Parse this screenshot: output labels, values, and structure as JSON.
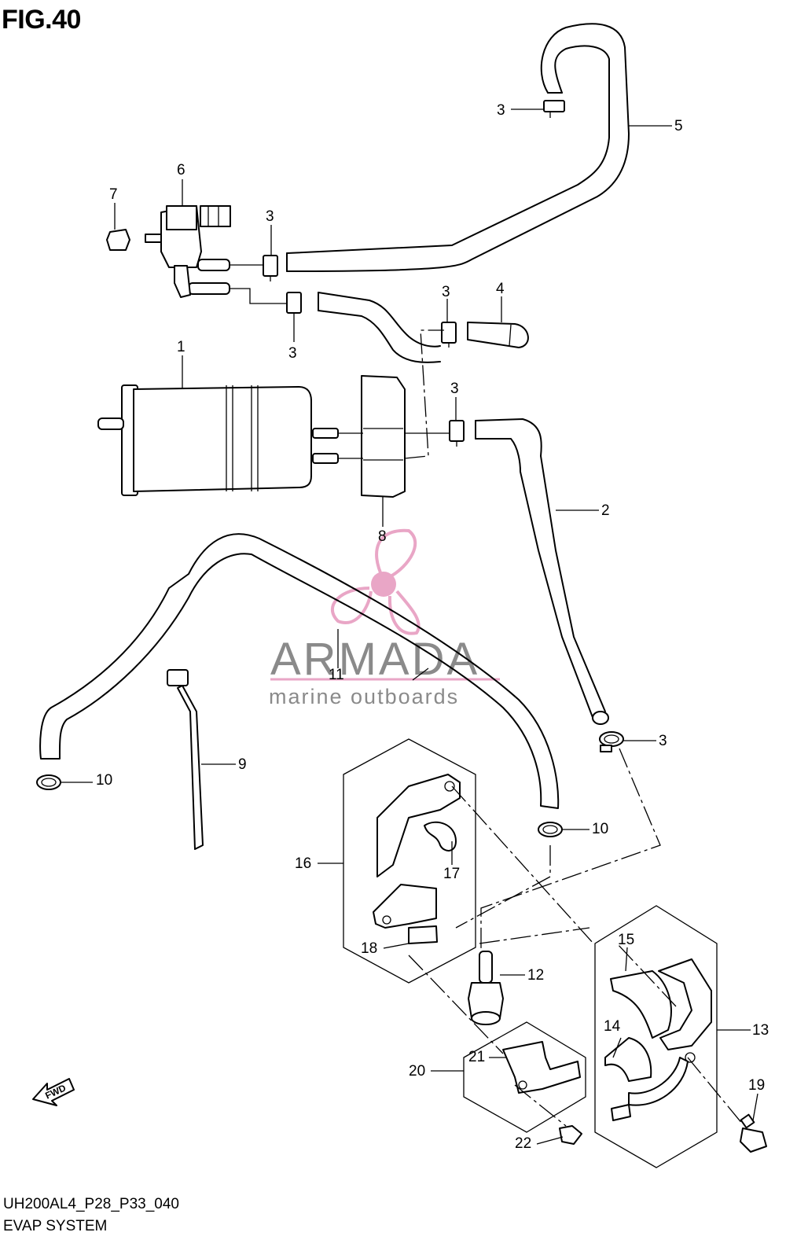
{
  "figure": {
    "title": "FIG.40"
  },
  "footer": {
    "code": "UH200AL4_P28_P33_040",
    "name": "EVAP SYSTEM"
  },
  "watermark": {
    "brand": "ARMADA",
    "tagline": "marine outboards",
    "color": "#e9a6c6"
  },
  "fwd_marker": {
    "text": "FWD"
  },
  "callouts": [
    {
      "id": "c1",
      "number": "1"
    },
    {
      "id": "c2",
      "number": "2"
    },
    {
      "id": "c3a",
      "number": "3"
    },
    {
      "id": "c3b",
      "number": "3"
    },
    {
      "id": "c3c",
      "number": "3"
    },
    {
      "id": "c3d",
      "number": "3"
    },
    {
      "id": "c3e",
      "number": "3"
    },
    {
      "id": "c3f",
      "number": "3"
    },
    {
      "id": "c4",
      "number": "4"
    },
    {
      "id": "c5",
      "number": "5"
    },
    {
      "id": "c6",
      "number": "6"
    },
    {
      "id": "c7",
      "number": "7"
    },
    {
      "id": "c8",
      "number": "8"
    },
    {
      "id": "c9",
      "number": "9"
    },
    {
      "id": "c10a",
      "number": "10"
    },
    {
      "id": "c10b",
      "number": "10"
    },
    {
      "id": "c11",
      "number": "11"
    },
    {
      "id": "c12",
      "number": "12"
    },
    {
      "id": "c13",
      "number": "13"
    },
    {
      "id": "c14",
      "number": "14"
    },
    {
      "id": "c15",
      "number": "15"
    },
    {
      "id": "c16",
      "number": "16"
    },
    {
      "id": "c17",
      "number": "17"
    },
    {
      "id": "c18",
      "number": "18"
    },
    {
      "id": "c19",
      "number": "19"
    },
    {
      "id": "c20",
      "number": "20"
    },
    {
      "id": "c21",
      "number": "21"
    },
    {
      "id": "c22",
      "number": "22"
    }
  ]
}
